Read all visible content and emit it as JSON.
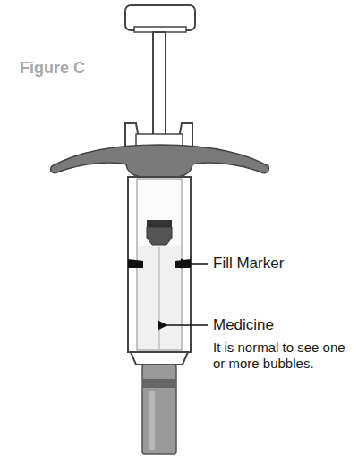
{
  "diagram": {
    "title": "Figure C",
    "labels": [
      "Fill Marker",
      "Medicine",
      "It is normal to see one or more bubbles."
    ]
  }
}
